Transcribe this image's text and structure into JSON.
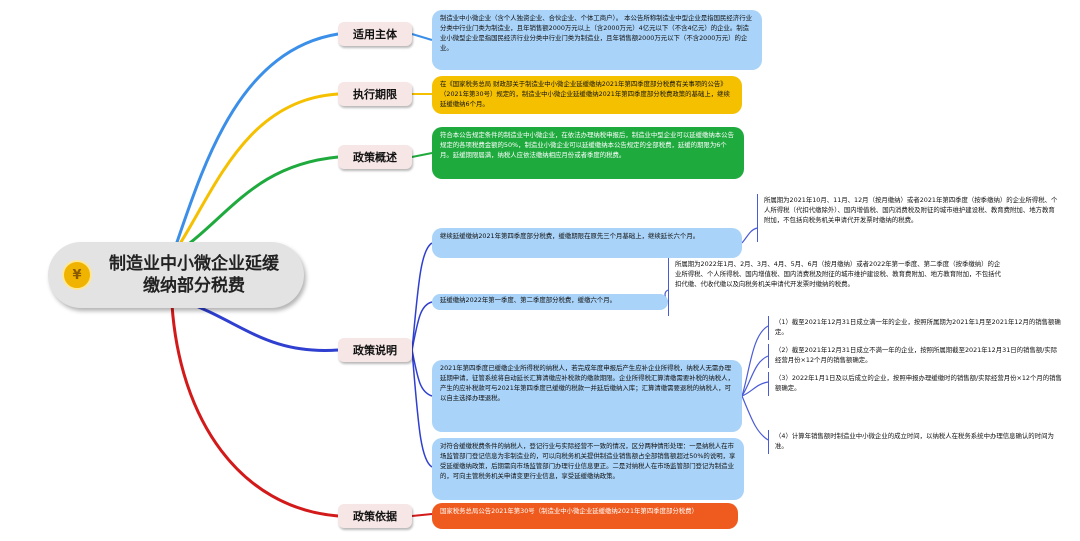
{
  "root": {
    "title_line1": "制造业中小微企业延缓",
    "title_line2": "缴纳部分税费",
    "icon": "yen-coin-icon"
  },
  "branches": {
    "subject": {
      "label": "适用主体",
      "color": "#3b8fe8",
      "text": "制造业中小微企业（含个人独资企业、合伙企业、个体工商户）。 本公告所称制造业中型企业是指国民经济行业分类中行业门类为制造业，且年销售额2000万元以上（含2000万元）4亿元以下（不含4亿元）的企业。制造业小微型企业是指国民经济行业分类中行业门类为制造业，且年销售额2000万元以下（不含2000万元）的企业。"
    },
    "period": {
      "label": "执行期限",
      "color": "#f5c000",
      "text": "在《国家税务总局 财政部关于制造业中小微企业延缓缴纳2021年第四季度部分税费有关事项的公告》（2021年第30号）规定的，制造业中小微企业延缓缴纳2021年第四季度部分税费政策的基础上，继续延缓缴纳6个月。"
    },
    "overview": {
      "label": "政策概述",
      "color": "#1faa3e",
      "text": "符合本公告规定条件的制造业中小微企业，在依法办理纳税申报后，制造业中型企业可以延缓缴纳本公告规定的各项税费金额的50%，制造业小微企业可以延缓缴纳本公告规定的全部税费，延缓的期限为6个月。延缓期限届满，纳税人应依法缴纳相应月份或者季度的税费。"
    },
    "explanation": {
      "label": "政策说明",
      "color": "#2f3fd0",
      "items": [
        {
          "text": "继续延缓缴纳2021年第四季度部分税费，缓缴期限在原先三个月基础上，继续延长六个月。",
          "detail": "所属期为2021年10月、11月、12月（按月缴纳）或者2021年第四季度（按季缴纳）的企业所得税、个人所得税（代扣代缴除外）、国内增值税、国内消费税及附征的城市维护建设税、教育费附加、地方教育附加，不包括向税务机关申请代开发票时缴纳的税费。"
        },
        {
          "text": "延缓缴纳2022年第一季度、第二季度部分税费，缓缴六个月。",
          "detail": "所属期为2022年1月、2月、3月、4月、5月、6月（按月缴纳）或者2022年第一季度、第二季度（按季缴纳）的企业所得税、个人所得税、国内增值税、国内消费税及附征的城市维护建设税、教育费附加、地方教育附加，不包括代扣代缴、代收代缴以及向税务机关申请代开发票时缴纳的税费。"
        },
        {
          "text": "2021年第四季度已缓缴企业所得税的纳税人，若完成年度申报后产生应补企业所得税，纳税人无需办理延期申请，征管系统将自动延长汇算清缴应补税款的缴款期限。企业所得税汇算清缴需要补税的纳税人，产生的应补税款可与2021年第四季度已缓缴的税款一并延后缴纳入库；汇算清缴需要退税的纳税人，可以自主选择办理退税。",
          "details": [
            "（1）截至2021年12月31日成立满一年的企业，按照所属期为2021年1月至2021年12月的销售额确定。",
            "（2）截至2021年12月31日成立不满一年的企业，按照所属期截至2021年12月31日的销售额/实际经营月份×12个月的销售额确定。",
            "（3）2022年1月1日及以后成立的企业，按照申报办理缓缴时的销售额/实际经营月份×12个月的销售额确定。",
            "（4）计算年销售额时制造业中小微企业的成立时间，以纳税人在税务系统中办理信息确认的时间为准。"
          ]
        },
        {
          "text": "对符合缓缴税费条件的纳税人，登记行业与实际经营不一致的情况，区分两种情形处理：一是纳税人在市场监管部门登记信息为非制造业的，可以向税务机关提供制造业销售额占全部销售额超过50%的说明，享受延缓缴纳政策，后期需向市场监管部门办理行业信息更正。二是对纳税人在市场监管部门登记为制造业的，可向主管税务机关申请变更行业信息，享受延缓缴纳政策。"
        }
      ]
    },
    "basis": {
      "label": "政策依据",
      "color": "#d31a1a",
      "text": "国家税务总局公告2021年第30号（制造业中小微企业延缓缴纳2021年第四季度部分税费）"
    }
  }
}
